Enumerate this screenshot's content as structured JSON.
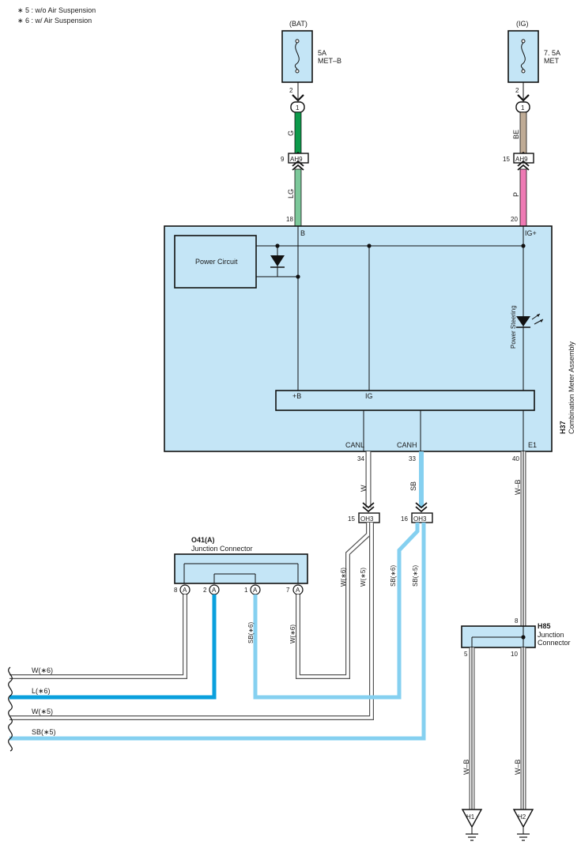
{
  "notes": {
    "n5": "∗ 5 : w/o Air Suspension",
    "n6": "∗ 6 : w/ Air Suspension"
  },
  "fuses": {
    "bat": {
      "source": "(BAT)",
      "amp": "5A",
      "name": "MET–B",
      "pin": "2",
      "conn_pin": "1"
    },
    "ig": {
      "source": "(IG)",
      "amp": "7. 5A",
      "name": "MET",
      "pin": "2",
      "conn_pin": "1"
    }
  },
  "connectors": {
    "ah9": "AH9",
    "oh3": "OH3",
    "ah9_left_pin": "9",
    "ah9_right_pin": "15",
    "oh3_left_pin": "15",
    "oh3_right_pin": "16"
  },
  "wires": {
    "g": "G",
    "lg": "LG",
    "be": "BE",
    "p": "P",
    "w": "W",
    "sb": "SB",
    "wb": "W–B",
    "w6": "W(∗6)",
    "w5": "W(∗5)",
    "sb6": "SB(∗6)",
    "sb5": "SB(∗5)",
    "l6": "L(∗6)"
  },
  "meter": {
    "code": "H37",
    "name": "Combination Meter Assembly",
    "pin_b_num": "18",
    "pin_b": "B",
    "pin_ig_num": "20",
    "pin_ig": "IG+",
    "power_circuit": "Power Circuit",
    "power_steering": "Power Steering",
    "ic_b": "+B",
    "ic_ig": "IG",
    "canl": "CANL",
    "canh": "CANH",
    "e1": "E1",
    "canl_num": "34",
    "canh_num": "33",
    "e1_num": "40"
  },
  "junction_o41": {
    "code": "O41(A)",
    "name": "Junction Connector",
    "pin8": "8",
    "pin2": "2",
    "pin1": "1",
    "pin7": "7",
    "conn_letter": "A"
  },
  "junction_h85": {
    "code": "H85",
    "name1": "Junction",
    "name2": "Connector",
    "pin8": "8",
    "pin5": "5",
    "pin10": "10"
  },
  "grounds": {
    "h1": "H1",
    "h2": "H2"
  },
  "colors": {
    "body_fill": "#c4e5f6",
    "green": "#0c9a4a",
    "light_green": "#7cc89a",
    "beige": "#bfab95",
    "pink": "#ee7ab4",
    "light_blue": "#85d0f0",
    "blue": "#0aa0dd"
  }
}
